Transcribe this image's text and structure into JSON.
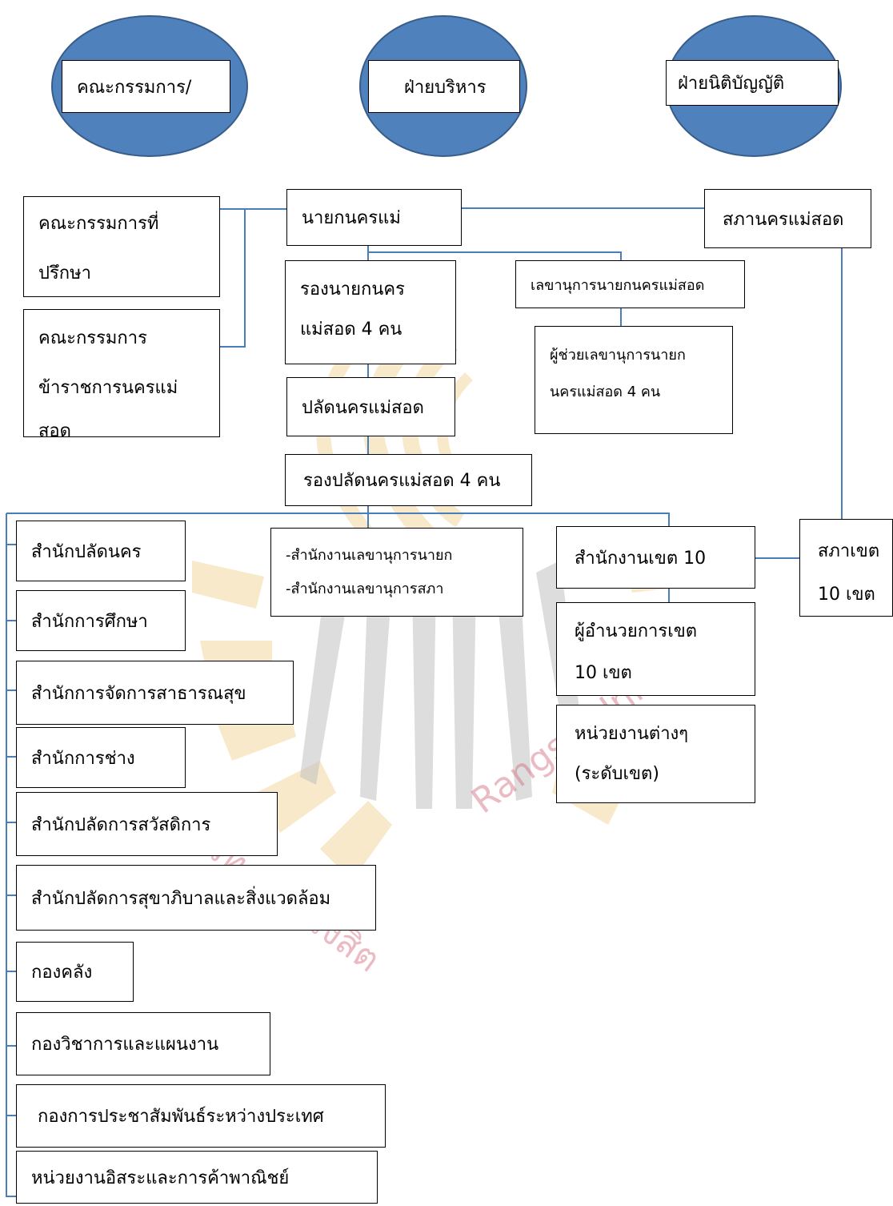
{
  "groups": {
    "committee": "คณะกรรมการ/",
    "executive": "ฝ่ายบริหาร",
    "legislative": "ฝ่ายนิติบัญญัติ"
  },
  "advisory_committee": [
    "คณะกรรมการที่",
    "ปรึกษา"
  ],
  "civil_service_committee": [
    "คณะกรรมการ",
    "ข้าราชการนครแม่",
    "สอด"
  ],
  "mayor": "นายกนครแม่",
  "council": "สภานครแม่สอด",
  "deputy_mayors": [
    "รองนายกนคร",
    "แม่สอด 4 คน"
  ],
  "mayor_secretary": "เลขานุการนายกนครแม่สอด",
  "assistant_secretaries": [
    "ผู้ช่วยเลขานุการนายก",
    "นครแม่สอด 4 คน"
  ],
  "city_clerk": "ปลัดนครแม่สอด",
  "deputy_clerks": "รองปลัดนครแม่สอด 4 คน",
  "secretary_offices": [
    "-สำนักงานเลขานุการนายก",
    "-สำนักงานเลขานุการสภา"
  ],
  "district_office": "สำนักงานเขต 10",
  "district_directors": [
    "ผู้อำนวยการเขต",
    "10 เขต"
  ],
  "district_units": [
    "หน่วยงานต่างๆ",
    "(ระดับเขต)"
  ],
  "district_councils": [
    "สภาเขต",
    "10 เขต"
  ],
  "departments": [
    "สำนักปลัดนคร",
    "สำนักการศึกษา",
    "สำนักการจัดการสาธารณสุข",
    "สำนักการช่าง",
    "สำนักปลัดการสวัสดิการ",
    "สำนักปลัดการสุขาภิบาลและสิ่งแวดล้อม",
    "กองคลัง",
    "กองวิชาการและแผนงาน",
    "กองการประชาสัมพันธ์ระหว่างประเทศ",
    "หน่วยงานอิสระและการค้าพาณิชย์"
  ],
  "watermark": {
    "thai": "มหาวิทยาลัยรังสิต",
    "english": "Rangsit University"
  },
  "colors": {
    "ellipse_fill": "#4f81bd",
    "ellipse_border": "#385d8a",
    "connector": "#4a7ebb",
    "watermark": "#d46a7c"
  }
}
